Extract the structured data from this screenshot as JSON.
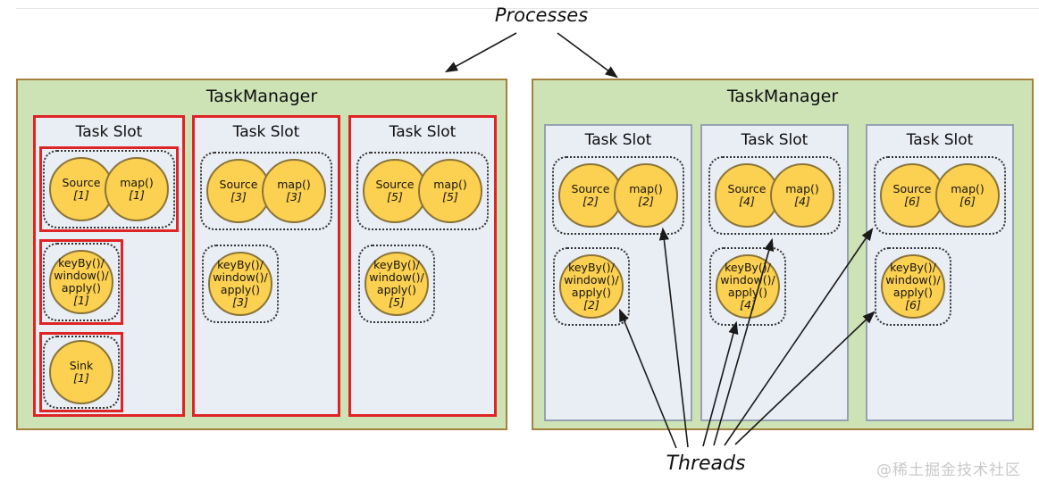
{
  "labels": {
    "processes": "Processes",
    "threads": "Threads",
    "watermark": "@稀土掘金技术社区"
  },
  "colors": {
    "highlight_red": "#df2425",
    "taskmanager_fill": "#cde3b6",
    "taskmanager_border": "#a5813f",
    "slot_fill": "#e9edf4",
    "slot_border": "#96a2b2",
    "circle_fill": "#fcd050",
    "circle_border": "#8a7539",
    "arrow_color": "#1a1a1a"
  },
  "taskmanagers": [
    {
      "title": "TaskManager",
      "highlighted": true,
      "slots": [
        {
          "title": "Task Slot",
          "pair": {
            "circles": [
              {
                "label": "Source",
                "index": "[1]"
              },
              {
                "label": "map()",
                "index": "[1]"
              }
            ]
          },
          "chain": {
            "circle": {
              "label": "keyBy()/\nwindow()/\napply()",
              "index": "[1]"
            }
          },
          "sink": {
            "circle": {
              "label": "Sink",
              "index": "[1]"
            }
          }
        },
        {
          "title": "Task Slot",
          "pair": {
            "circles": [
              {
                "label": "Source",
                "index": "[3]"
              },
              {
                "label": "map()",
                "index": "[3]"
              }
            ]
          },
          "chain": {
            "circle": {
              "label": "keyBy()/\nwindow()/\napply()",
              "index": "[3]"
            }
          }
        },
        {
          "title": "Task Slot",
          "pair": {
            "circles": [
              {
                "label": "Source",
                "index": "[5]"
              },
              {
                "label": "map()",
                "index": "[5]"
              }
            ]
          },
          "chain": {
            "circle": {
              "label": "keyBy()/\nwindow()/\napply()",
              "index": "[5]"
            }
          }
        }
      ]
    },
    {
      "title": "TaskManager",
      "highlighted": false,
      "slots": [
        {
          "title": "Task Slot",
          "pair": {
            "circles": [
              {
                "label": "Source",
                "index": "[2]"
              },
              {
                "label": "map()",
                "index": "[2]"
              }
            ]
          },
          "chain": {
            "circle": {
              "label": "keyBy()/\nwindow()/\napply()",
              "index": "[2]"
            }
          }
        },
        {
          "title": "Task Slot",
          "pair": {
            "circles": [
              {
                "label": "Source",
                "index": "[4]"
              },
              {
                "label": "map()",
                "index": "[4]"
              }
            ]
          },
          "chain": {
            "circle": {
              "label": "keyBy()/\nwindow()/\napply()",
              "index": "[4]"
            }
          }
        },
        {
          "title": "Task Slot",
          "pair": {
            "circles": [
              {
                "label": "Source",
                "index": "[6]"
              },
              {
                "label": "map()",
                "index": "[6]"
              }
            ]
          },
          "chain": {
            "circle": {
              "label": "keyBy()/\nwindow()/\napply()",
              "index": "[6]"
            }
          }
        }
      ]
    }
  ]
}
